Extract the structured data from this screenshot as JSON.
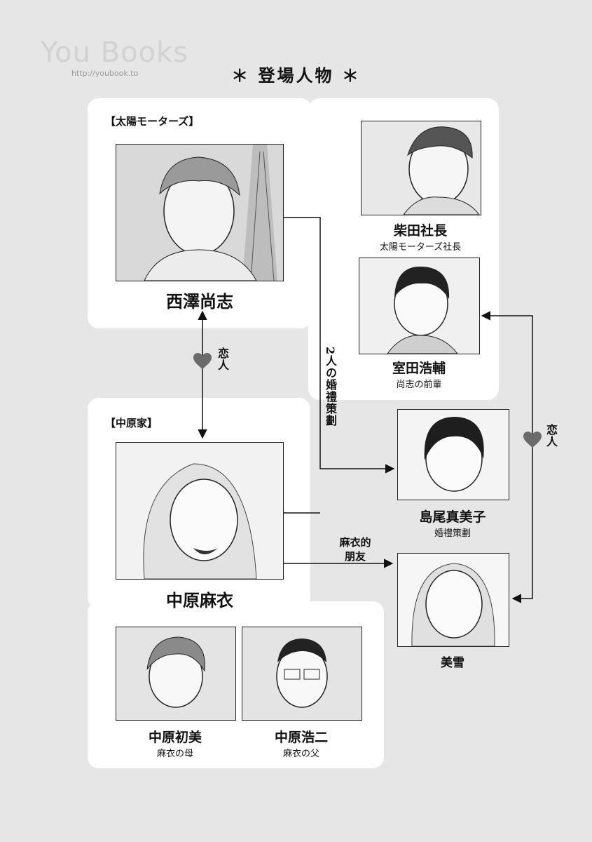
{
  "watermark": {
    "title": "You Books",
    "url": "http://youbook.to"
  },
  "page_title": "＊ 登場人物 ＊",
  "groups": {
    "taiyo": "【太陽モーターズ】",
    "nakahara": "【中原家】"
  },
  "characters": {
    "nishizawa": {
      "name": "西澤尚志",
      "role": ""
    },
    "shibata": {
      "name": "柴田社長",
      "role": "太陽モーターズ社長"
    },
    "murota": {
      "name": "室田浩輔",
      "role": "尚志の前輩"
    },
    "shimao": {
      "name": "島尾真美子",
      "role": "婚禮策劃"
    },
    "mai": {
      "name": "中原麻衣",
      "role": ""
    },
    "miyuki": {
      "name": "美雪",
      "role": ""
    },
    "hatsumi": {
      "name": "中原初美",
      "role": "麻衣の母"
    },
    "koji": {
      "name": "中原浩二",
      "role": "麻衣の父"
    }
  },
  "relations": {
    "lovers_left": "恋人",
    "lovers_right": "恋人",
    "wedding_plan": "2人の婚禮策劃",
    "friend": "麻衣的朋友"
  },
  "colors": {
    "heart": "#6b6b6b",
    "panel": "#ffffff",
    "background": "#e6e6e6"
  }
}
